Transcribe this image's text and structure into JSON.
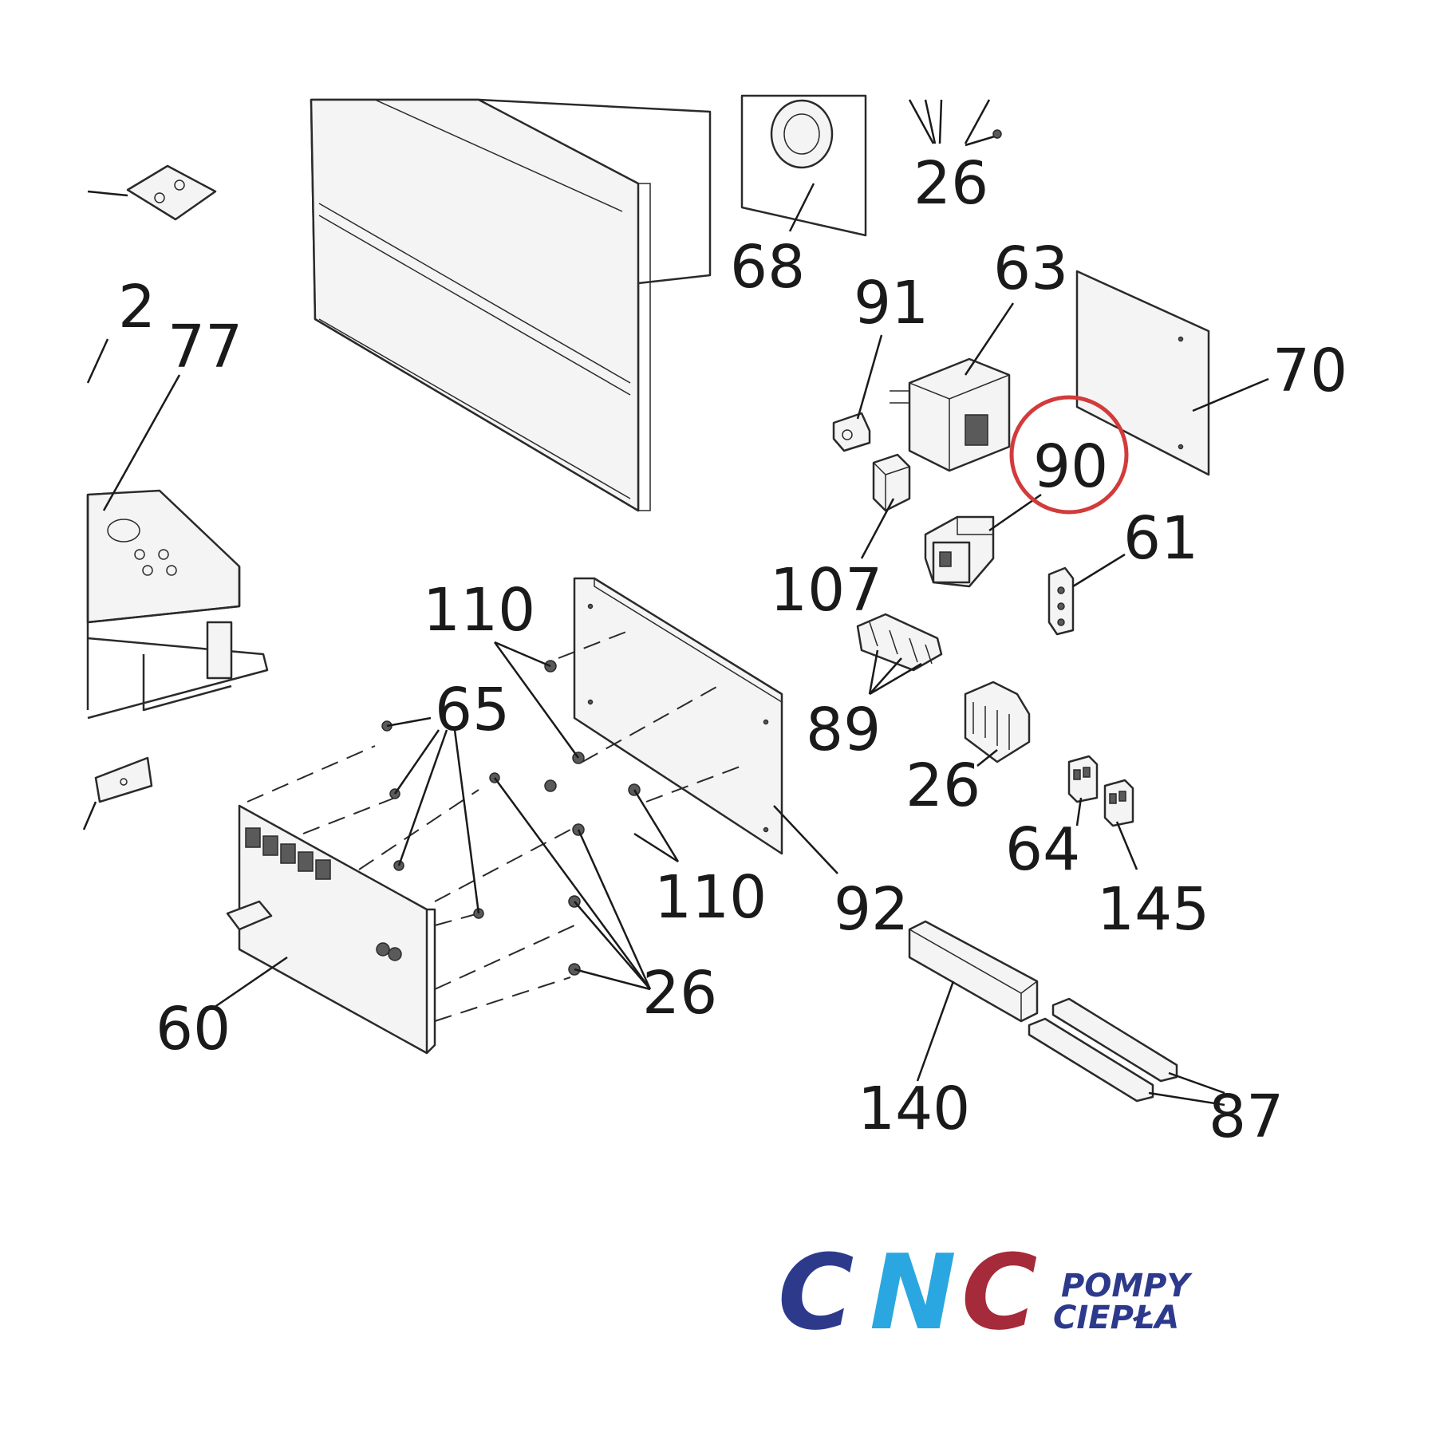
{
  "diagram": {
    "callouts": [
      "26",
      "68",
      "2",
      "77",
      "91",
      "63",
      "70",
      "90",
      "107",
      "61",
      "110",
      "89",
      "65",
      "26",
      "64",
      "145",
      "110",
      "92",
      "26",
      "60",
      "140",
      "87"
    ],
    "highlighted_callout": "90",
    "highlight_color": "#d23b3b"
  },
  "logo": {
    "brand": "CNC",
    "line1": "POMPY",
    "line2": "CIEPŁA",
    "colors": {
      "c1": "#2d3a8c",
      "n": "#2aa7e0",
      "c2": "#a52a3a",
      "sub": "#2d3a8c"
    }
  }
}
